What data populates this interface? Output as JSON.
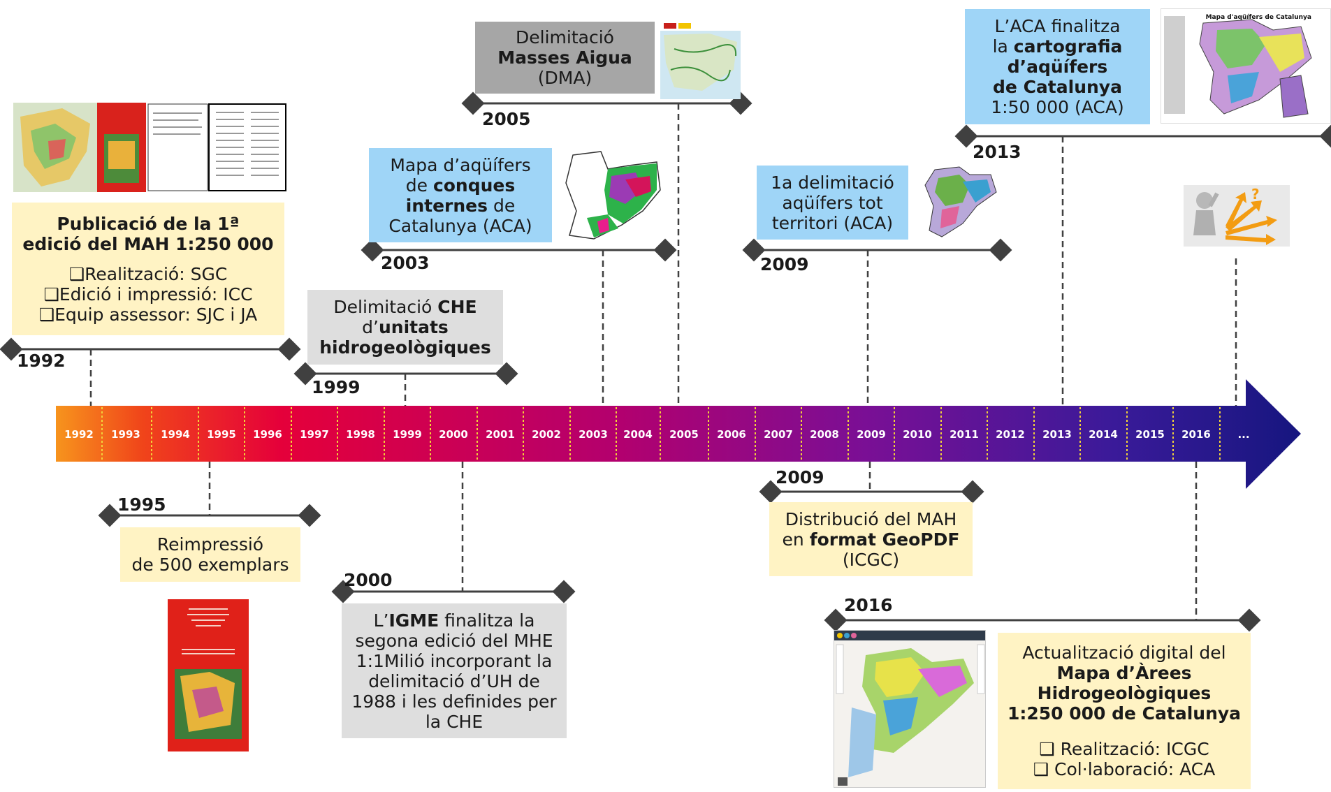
{
  "timeline": {
    "years": [
      "1992",
      "1993",
      "1994",
      "1995",
      "1996",
      "1997",
      "1998",
      "1999",
      "2000",
      "2001",
      "2002",
      "2003",
      "2004",
      "2005",
      "2006",
      "2007",
      "2008",
      "2009",
      "2010",
      "2011",
      "2012",
      "2013",
      "2014",
      "2015",
      "2016",
      "..."
    ]
  },
  "events": {
    "e1992": {
      "year": "1992",
      "title_l1": "Publicació de la 1ª",
      "title_l2": "edició del MAH 1:250 000",
      "b1": "❑Realització: SGC",
      "b2": "❑Edició i impressió: ICC",
      "b3": "❑Equip assessor: SJC i JA"
    },
    "e1995": {
      "year": "1995",
      "l1": "Reimpressió",
      "l2": "de 500 exemplars"
    },
    "e1999": {
      "year": "1999",
      "l1a": "Delimitació ",
      "l1b": "CHE",
      "l2a": "d’",
      "l2b": "unitats",
      "l3": "hidrogeològiques"
    },
    "e2000": {
      "year": "2000",
      "l1a": "L’",
      "l1b": "IGME",
      "l1c": " finalitza la",
      "l2": "segona edició del MHE",
      "l3": "1:1Milió incorporant la",
      "l4": "delimitació d’UH de",
      "l5": "1988 i les definides per",
      "l6": "la CHE"
    },
    "e2003": {
      "year": "2003",
      "l1": "Mapa d’aqüífers",
      "l2a": "de ",
      "l2b": "conques",
      "l3a": "internes",
      "l3b": " de",
      "l4": "Catalunya (ACA)"
    },
    "e2005": {
      "year": "2005",
      "l1": "Delimitació",
      "l2": "Masses Aigua",
      "l3": "(DMA)"
    },
    "e2009a": {
      "year": "2009",
      "l1": "1a delimitació",
      "l2": "aqüífers tot",
      "l3": "territori (ACA)"
    },
    "e2009b": {
      "year": "2009",
      "l1": "Distribució del MAH",
      "l2a": "en ",
      "l2b": "format GeoPDF",
      "l3": "(ICGC)"
    },
    "e2013": {
      "year": "2013",
      "l1": "L’ACA finalitza",
      "l2a": "la ",
      "l2b": "cartografia",
      "l3": "d’aqüífers",
      "l4": "de Catalunya",
      "l5": "1:50 000 (ACA)",
      "map_title": "Mapa d'aqüífers de Catalunya"
    },
    "e2016": {
      "year": "2016",
      "l1": "Actualització digital del",
      "l2": "Mapa d’Àrees",
      "l3": "Hidrogeològiques",
      "l4": "1:250 000 de Catalunya",
      "b1": "❑  Realització: ICGC",
      "b2": "❑  Col·laboració: ACA"
    }
  },
  "colors": {
    "arrow_start": "#f7941d",
    "arrow_mid": "#e5003a",
    "arrow_end": "#1a1a8c",
    "yellow_box": "#fff3c4",
    "blue_box": "#9fd5f7"
  }
}
